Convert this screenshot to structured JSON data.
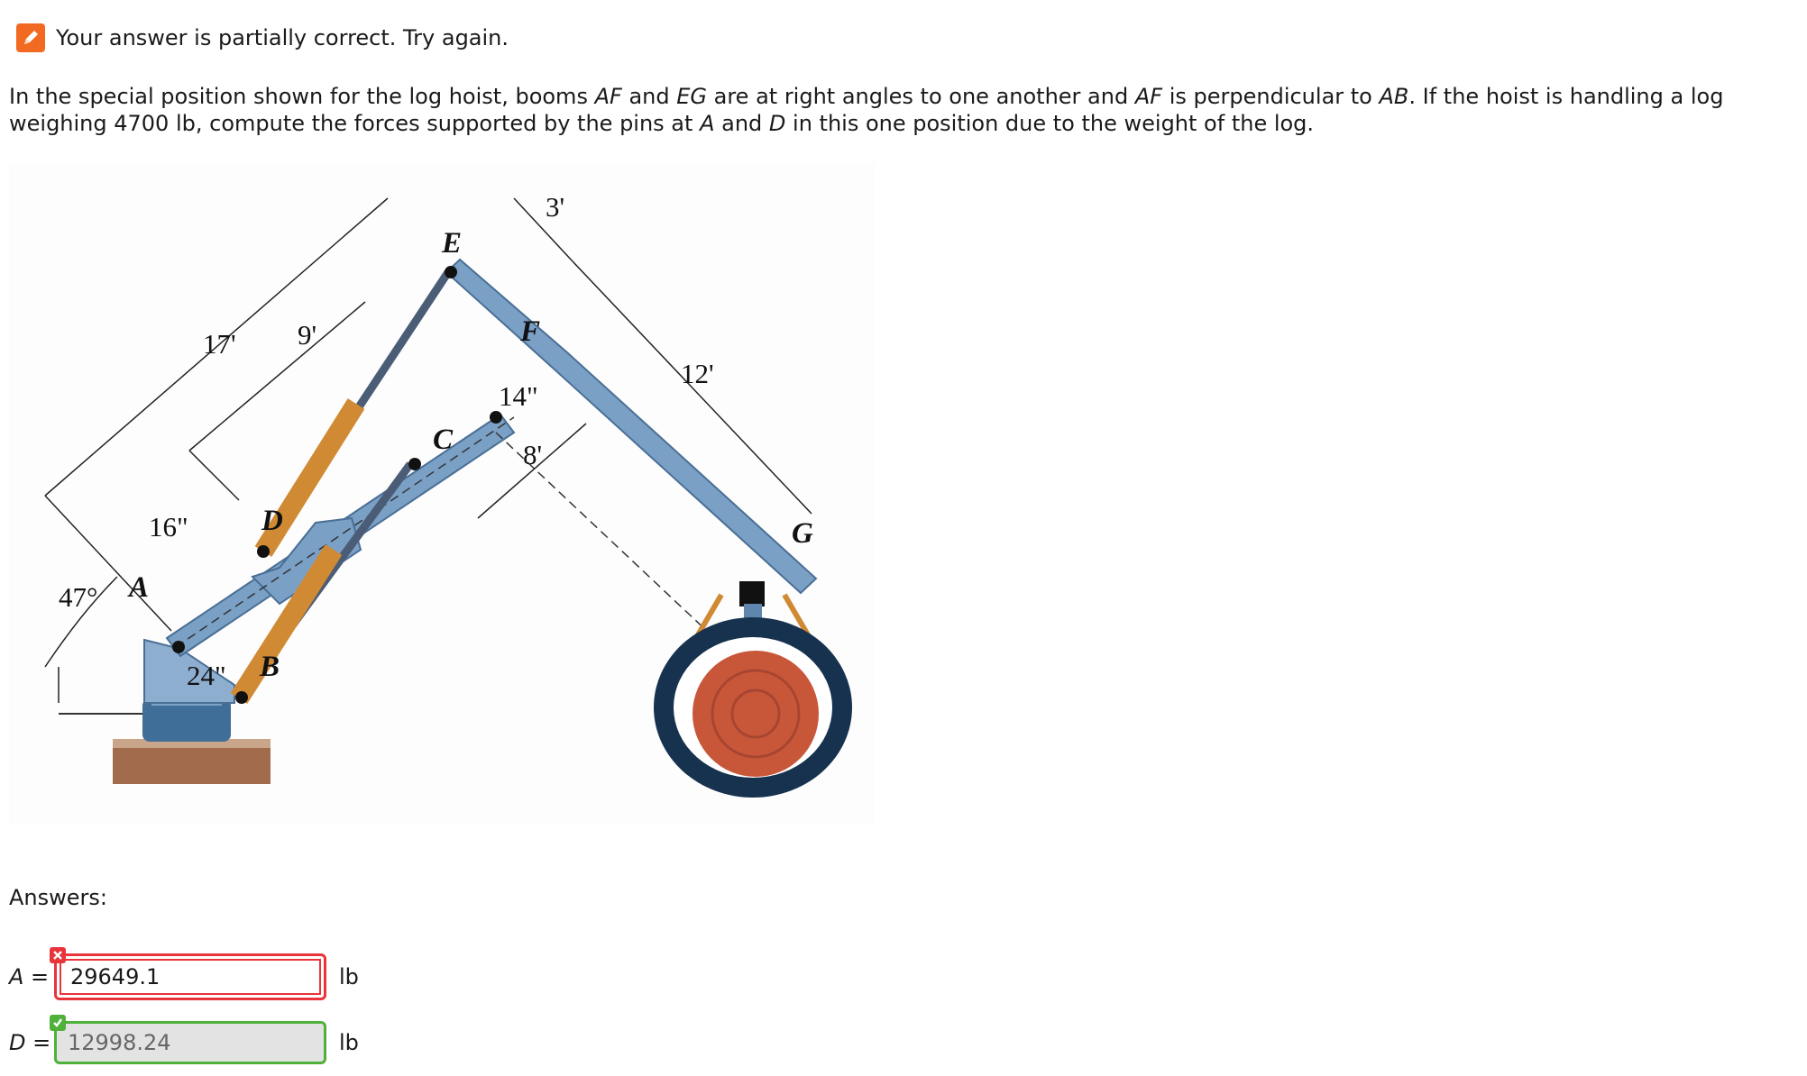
{
  "status": {
    "icon": "pencil-icon",
    "message": "Your answer is partially correct.  Try again."
  },
  "question": {
    "t1": "In the special position shown for the log hoist, booms ",
    "AF1": "AF",
    "t2": " and ",
    "EG": "EG",
    "t3": " are at right angles to one another and ",
    "AF2": "AF",
    "t4": " is perpendicular to ",
    "AB": "AB",
    "t5": ". If the hoist is handling a log weighing 4700 lb, compute the forces supported by the pins at ",
    "A": "A",
    "t6": " and ",
    "D": "D",
    "t7": " in this one position due to the weight of the log."
  },
  "figure": {
    "labels": {
      "E": "E",
      "F": "F",
      "C": "C",
      "D": "D",
      "A": "A",
      "B": "B",
      "G": "G"
    },
    "dims": {
      "d3ft": "3'",
      "d9ft": "9'",
      "d17ft": "17'",
      "d12ft": "12'",
      "d14in": "14\"",
      "d8ft": "8'",
      "d16in": "16\"",
      "d24in": "24\"",
      "angle": "47°"
    }
  },
  "answers": {
    "heading": "Answers:",
    "a": {
      "var": "A",
      "eq": " =",
      "value": "29649.1",
      "unit": "lb",
      "status": "incorrect"
    },
    "d": {
      "var": "D",
      "eq": " =",
      "value": "12998.24",
      "unit": "lb",
      "status": "correct"
    }
  },
  "colors": {
    "warning": "#f26a21",
    "incorrect": "#e8343a",
    "correct": "#4fb13a",
    "boom": "#6e95bf"
  }
}
